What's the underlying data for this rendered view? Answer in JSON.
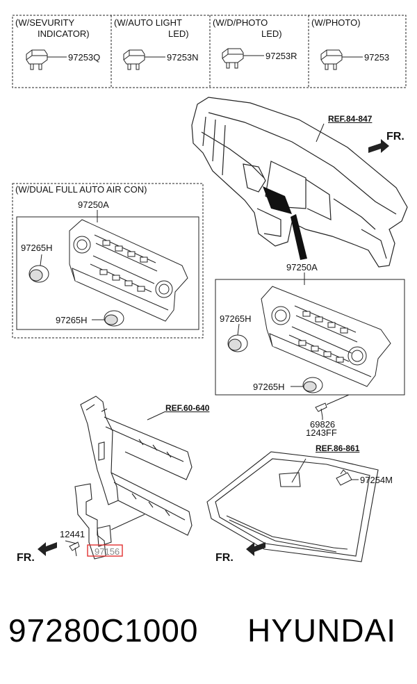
{
  "variants": [
    {
      "title_line1": "(W/SEVURITY",
      "title_line2": "INDICATOR)",
      "part": "97253Q"
    },
    {
      "title_line1": "(W/AUTO LIGHT",
      "title_line2": "LED)",
      "part": "97253N"
    },
    {
      "title_line1": "(W/D/PHOTO",
      "title_line2": "LED)",
      "part": "97253R"
    },
    {
      "title_line1": "(W/PHOTO)",
      "title_line2": "",
      "part": "97253"
    }
  ],
  "dashboard": {
    "ref": "REF.84-847",
    "fr": "FR."
  },
  "dual_box": {
    "title": "(W/DUAL FULL AUTO AIR CON)",
    "unit": "97250A",
    "knob_top": "97265H",
    "knob_bottom": "97265H"
  },
  "main_box": {
    "unit": "97250A",
    "knob_top": "97265H",
    "knob_bottom": "97265H"
  },
  "screw": {
    "part1": "69826",
    "part2": "1243FF"
  },
  "frame": {
    "ref": "REF.60-640",
    "bolt": "12441",
    "bracket": "97156",
    "fr": "FR."
  },
  "windshield": {
    "ref": "REF.86-861",
    "sensor": "97254M",
    "fr": "FR."
  },
  "footer": {
    "part_number": "97280C1000",
    "brand": "HYUNDAI"
  },
  "colors": {
    "highlight": "#e03030",
    "line": "#222222"
  }
}
